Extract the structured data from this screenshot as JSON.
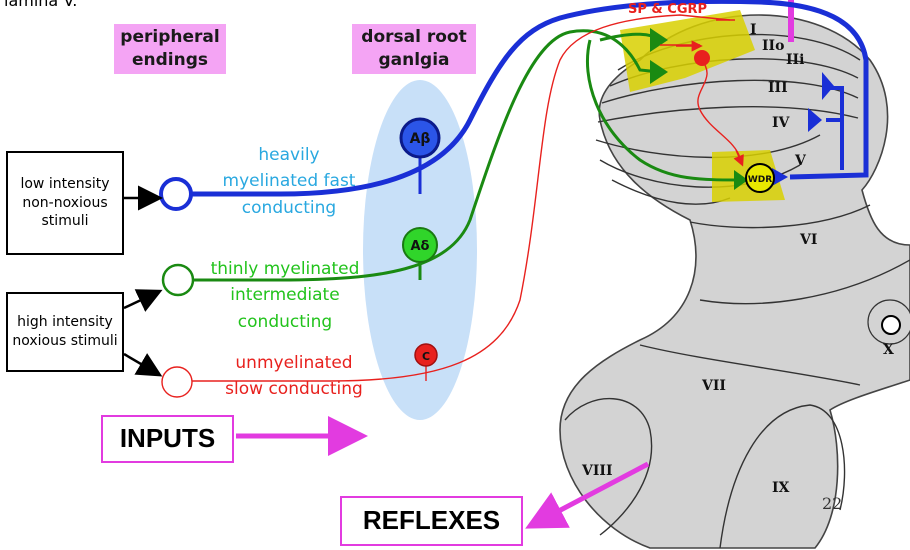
{
  "top_fragment": "lamina V.",
  "headers": {
    "peripheral": "peripheral endings",
    "ganglia": "dorsal root ganlgia"
  },
  "stimuli": {
    "low": "low intensity non-noxious stimuli",
    "high": "high intensity noxious stimuli"
  },
  "fibers": [
    {
      "ganglion": "Aβ",
      "description": "heavily myelinated fast conducting",
      "color": "#29a8e0",
      "line_color": "#1a2fd6"
    },
    {
      "ganglion": "Aδ",
      "description": "thinly myelinated intermediate conducting",
      "color": "#22c31c",
      "line_color": "#1a8a12"
    },
    {
      "ganglion": "C",
      "description": "unmyelinated slow conducting",
      "color": "#e8211e",
      "line_color": "#e8211e"
    }
  ],
  "spinal_cord": {
    "neurotransmitters": "SP & CGRP",
    "laminae": [
      "I",
      "IIo",
      "IIi",
      "III",
      "IV",
      "V",
      "VI",
      "VII",
      "VIII",
      "IX",
      "X"
    ],
    "neuron_label": "WDR"
  },
  "io": {
    "inputs": "INPUTS",
    "reflexes": "REFLEXES"
  },
  "page_number": "22",
  "colors": {
    "accent_magenta": "#e23be0",
    "pink_label": "#f4a4f4",
    "ganglia_bg": "#c8e0f8",
    "gray_matter": "#d3d3d3",
    "highlight": "#d8d000"
  }
}
